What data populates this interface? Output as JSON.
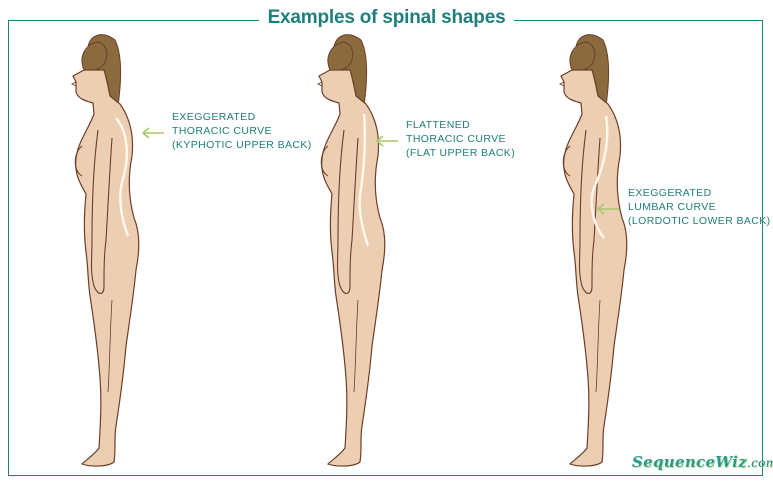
{
  "title": "Examples of spinal shapes",
  "figures": [
    {
      "label_lines": [
        "EXEGGERATED",
        "THORACIC CURVE",
        "(KYPHOTIC UPPER BACK)"
      ]
    },
    {
      "label_lines": [
        "FLATTENED",
        "THORACIC CURVE",
        "(FLAT UPPER BACK)"
      ]
    },
    {
      "label_lines": [
        "EXEGGERATED",
        "LUMBAR CURVE",
        "(LORDOTIC LOWER BACK)"
      ]
    }
  ],
  "logo": {
    "name": "SequenceWiz",
    "suffix": ".com"
  },
  "colors": {
    "frame": "#1f7f7a",
    "text": "#1f7f7a",
    "skin": "#eccfb2",
    "outline": "#6b3f2a",
    "hair": "#8b6a3e",
    "arrow": "#a9c96a",
    "spine": "#fff7ee"
  }
}
